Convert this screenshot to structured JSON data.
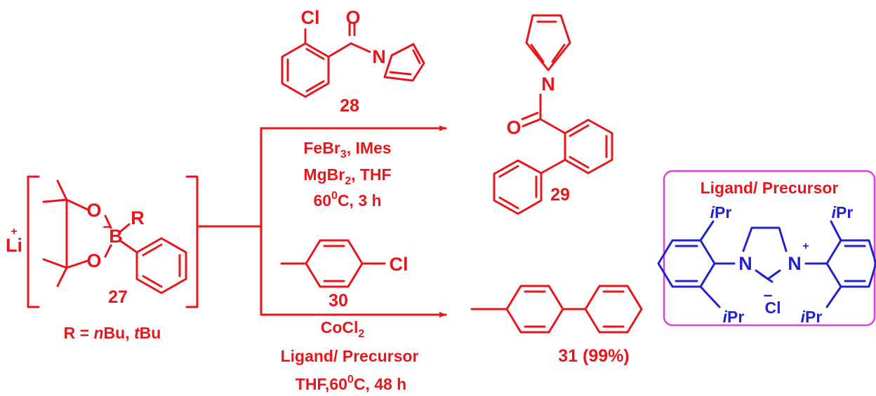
{
  "colors": {
    "scheme": "#e8161b",
    "ligand": "#2222cc",
    "box_border": "#e040e0"
  },
  "compounds": {
    "c28": "28",
    "c27": "27",
    "c29": "29",
    "c30": "30",
    "c31": "31 (99%)"
  },
  "substituents": {
    "r_definition": {
      "prefix": "R = ",
      "n": "n",
      "bu1": "Bu, ",
      "t": "t",
      "bu2": "Bu"
    }
  },
  "atoms": {
    "Cl": "Cl",
    "O": "O",
    "N": "N",
    "B": "B",
    "R": "R",
    "Li": "Li",
    "plus": "+",
    "minus": "–",
    "i": "i",
    "Pr": "Pr"
  },
  "conditions_top": {
    "line1_a": "FeBr",
    "line1_sub": "3",
    "line1_b": ", IMes",
    "line2_a": "MgBr",
    "line2_sub": "2",
    "line2_b": ", THF",
    "line3_a": "60",
    "line3_sup": "0",
    "line3_b": "C, 3 h"
  },
  "conditions_bottom": {
    "line1_a": "CoCl",
    "line1_sub": "2",
    "line2": "Ligand/ Precursor",
    "line3_a": "THF,60",
    "line3_sup": "0",
    "line3_b": "C, 48 h"
  },
  "ligand_box": {
    "title": "Ligand/ Precursor"
  }
}
